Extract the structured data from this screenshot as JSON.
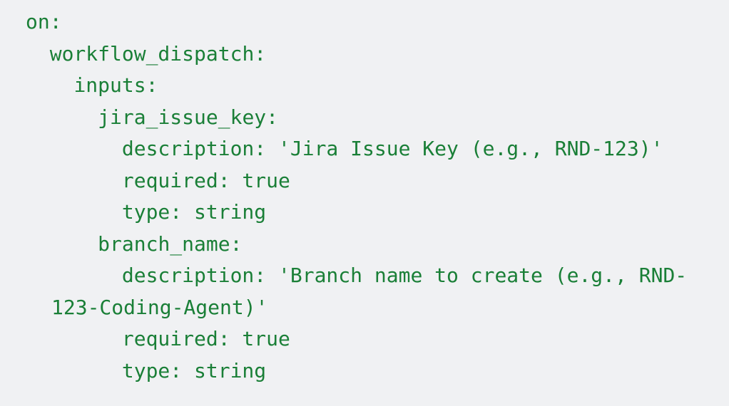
{
  "snippet": {
    "language": "yaml",
    "text_color": "#1a7f37",
    "background_color": "#f0f1f3",
    "lines": [
      "on:",
      "  workflow_dispatch:",
      "    inputs:",
      "      jira_issue_key:",
      "        description: 'Jira Issue Key (e.g., RND-123)'",
      "        required: true",
      "        type: string",
      "      branch_name:",
      "        description: 'Branch name to create (e.g., RND-123-Coding-Agent)'",
      "        required: true",
      "        type: string"
    ],
    "full_text": "on:\n  workflow_dispatch:\n    inputs:\n      jira_issue_key:\n        description: 'Jira Issue Key (e.g., RND-123)'\n        required: true\n        type: string\n      branch_name:\n        description: 'Branch name to create (e.g., RND-123-Coding-Agent)'\n        required: true\n        type: string"
  }
}
